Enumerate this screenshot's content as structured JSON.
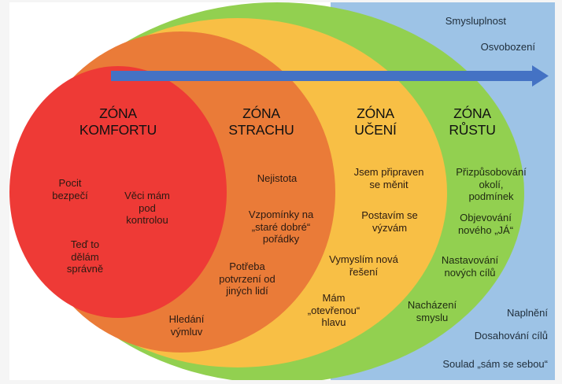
{
  "colors": {
    "page_bg": "#f5f5f5",
    "canvas_bg": "#ffffff",
    "blue_bg": "#9dc3e6",
    "green": "#92d050",
    "yellow": "#f8bf45",
    "orange": "#ea7b38",
    "red": "#ee3a36",
    "arrow": "#4472c4"
  },
  "zones": [
    {
      "id": "komfort",
      "title": "ZÓNA\nKOMFORTU",
      "items": [
        "Pocit\nbezpečí",
        "Věci mám\npod\nkontrolou",
        "Teď to\ndělám\nsprávně"
      ]
    },
    {
      "id": "strach",
      "title": "ZÓNA\nSTRACHU",
      "items": [
        "Nejistota",
        "Vzpomínky na\n„staré dobré“\npořádky",
        "Potřeba\npotvrzení od\njiných lidí",
        "Hledání\nvýmluv"
      ]
    },
    {
      "id": "uceni",
      "title": "ZÓNA\nUČENÍ",
      "items": [
        "Jsem připraven\nse měnit",
        "Postavím se\nvýzvám",
        "Vymyslím nová\nřešení",
        "Mám\n„otevřenou“\nhlavu"
      ]
    },
    {
      "id": "rust",
      "title": "ZÓNA\nRŮSTU",
      "items": [
        "Přizpůsobování\nokolí, podmínek",
        "Objevování\nnového „JÁ“",
        "Nastavování\nnových cílů",
        "Nacházení\nsmyslu"
      ]
    }
  ],
  "outer_items": [
    "Smysluplnost",
    "Osvobození",
    "Naplnění",
    "Dosahování cílů",
    "Soulad „sám se sebou“"
  ],
  "arrow": {
    "icon": "arrow-right-icon",
    "meaning": "progression"
  }
}
